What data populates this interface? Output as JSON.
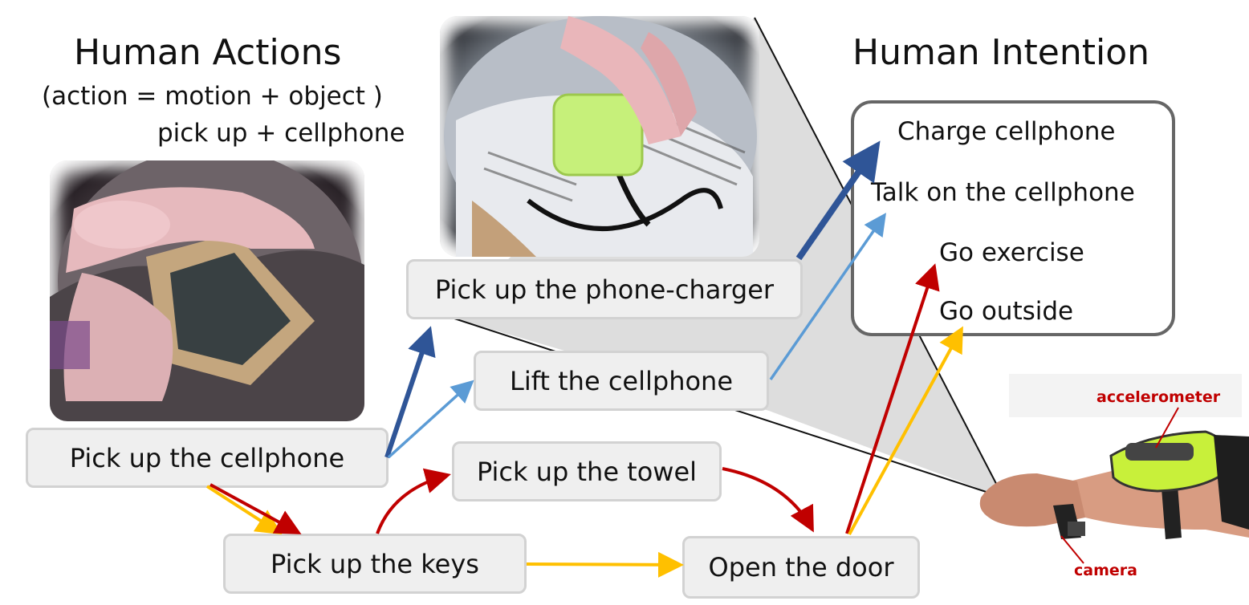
{
  "left_title": "Human Actions",
  "left_subtitle": "(action = motion + object )",
  "left_example": "pick up + cellphone",
  "right_title": "Human Intention",
  "actions": {
    "pick_cellphone": "Pick up the cellphone",
    "pick_charger": "Pick up the phone-charger",
    "lift_cellphone": "Lift the cellphone",
    "pick_towel": "Pick up the towel",
    "pick_keys": "Pick up the keys",
    "open_door": "Open the door"
  },
  "intentions": [
    "Charge cellphone",
    "Talk on the cellphone",
    "Go exercise",
    "Go outside"
  ],
  "sensor_labels": {
    "accelerometer": "accelerometer",
    "camera": "camera"
  },
  "colors": {
    "dark_blue": "#2f5597",
    "light_blue": "#5b9bd5",
    "red": "#c00000",
    "yellow": "#ffc000",
    "box_fill": "#efefef",
    "box_border": "#d2d2d2"
  }
}
